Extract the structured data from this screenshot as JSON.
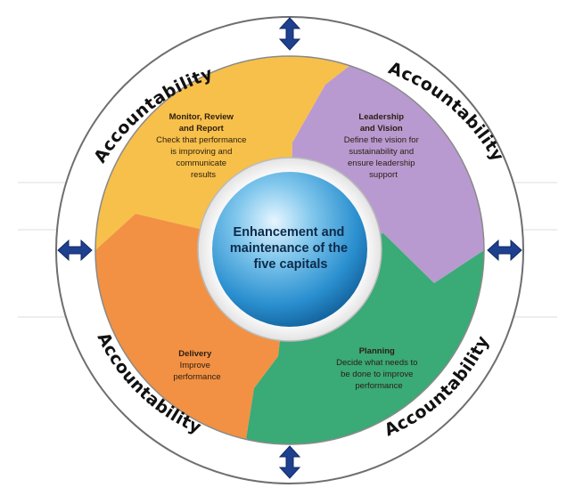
{
  "ring": {
    "top_left": "Accountability",
    "top_right": "Accountability",
    "bottom_left": "Accountability",
    "bottom_right": "Accountability"
  },
  "center": {
    "lines": [
      "Enhancement and",
      "maintenance of the",
      "five capitals"
    ]
  },
  "segments": {
    "monitor": {
      "title_lines": [
        "Monitor, Review",
        "and Report"
      ],
      "text_lines": [
        "Check that performance",
        "is improving and",
        "communicate",
        "results"
      ],
      "color": "#f7c04a"
    },
    "leadership": {
      "title_lines": [
        "Leadership",
        "and Vision"
      ],
      "text_lines": [
        "Define the vision for",
        "sustainability and",
        "ensure leadership",
        "support"
      ],
      "color": "#b89ad0"
    },
    "delivery": {
      "title_lines": [
        "Delivery"
      ],
      "text_lines": [
        "Improve",
        "performance"
      ],
      "color": "#f29143"
    },
    "planning": {
      "title_lines": [
        "Planning"
      ],
      "text_lines": [
        "Decide what needs to",
        "be done to improve",
        "performance"
      ],
      "color": "#3aaa76"
    }
  },
  "arrows": [
    "up-down-arrow-icon",
    "left-right-arrow-icon"
  ],
  "colors": {
    "arrow": "#1f3f8f",
    "ring_fill": "#ffffff",
    "ring_stroke": "#7a7a7a",
    "sphere": "#2a8fcf"
  }
}
